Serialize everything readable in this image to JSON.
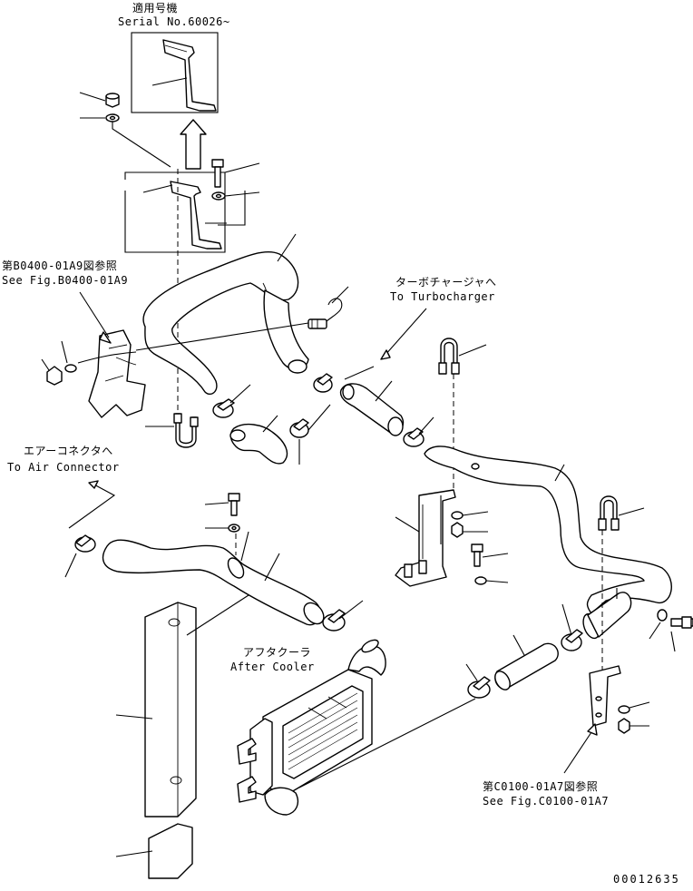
{
  "colors": {
    "line": "#000000",
    "background": "#ffffff"
  },
  "labels": {
    "applicable_model_jp": "適用号機",
    "serial_no": "Serial No.60026~",
    "ref_b0400_jp": "第B0400-01A9図参照",
    "ref_b0400_en": "See Fig.B0400-01A9",
    "turbo_jp": "ターボチャージャへ",
    "turbo_en": "To Turbocharger",
    "air_connector_jp": "エアーコネクタへ",
    "air_connector_en": "To Air Connector",
    "after_cooler_jp": "アフタクーラ",
    "after_cooler_en": "After Cooler",
    "ref_c0100_jp": "第C0100-01A7図参照",
    "ref_c0100_en": "See Fig.C0100-01A7",
    "drawing_number": "00012635"
  }
}
